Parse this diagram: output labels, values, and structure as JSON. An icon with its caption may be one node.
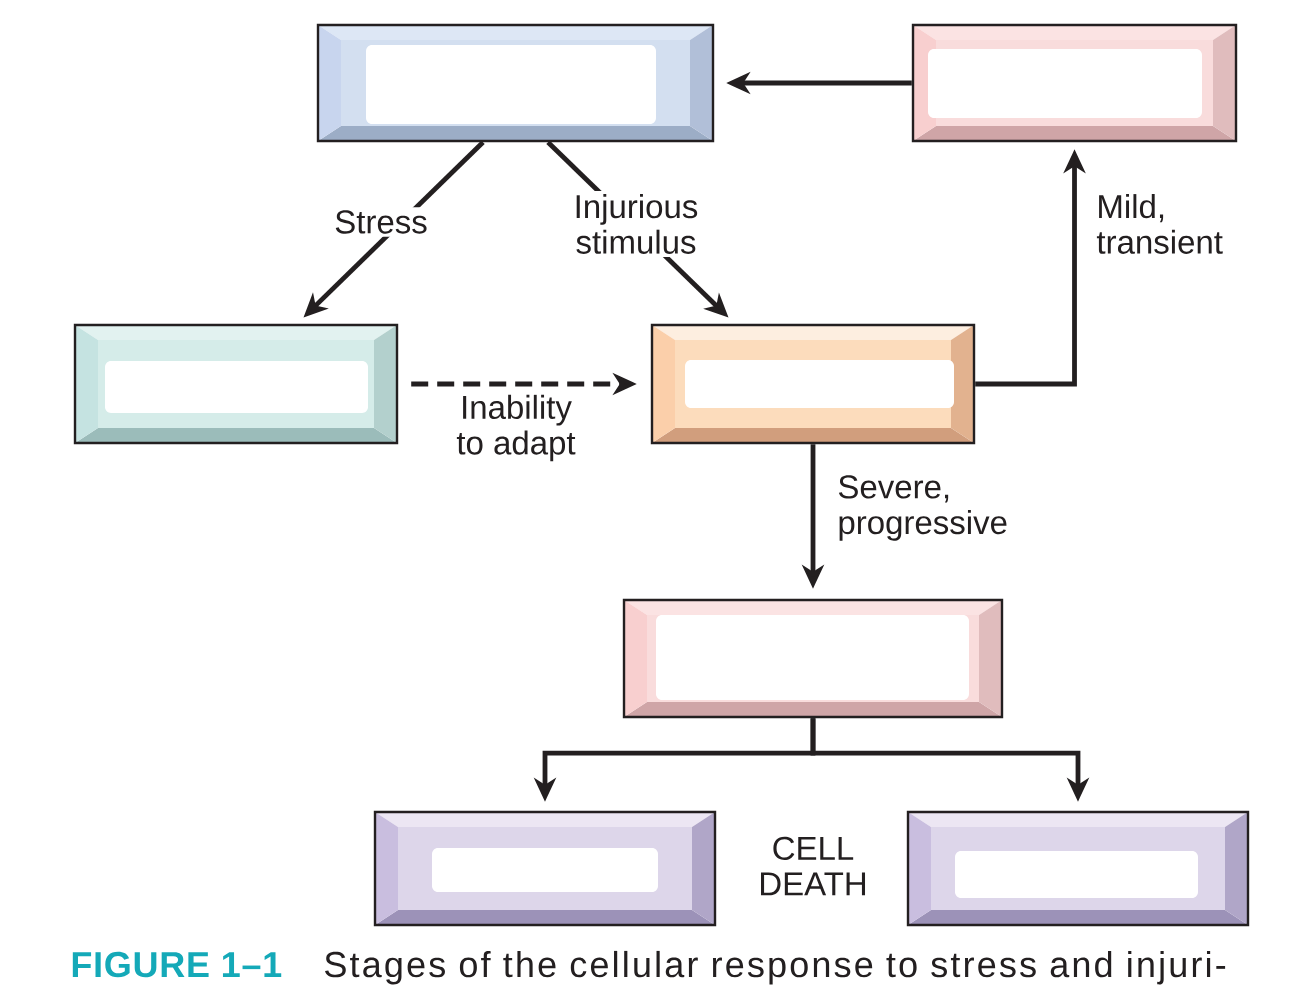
{
  "diagram": {
    "caption": "Stages of the cellular response to stress and injuri-",
    "nodes": [
      {
        "text": [],
        "shape": "box"
      },
      {
        "text": [],
        "shape": "box"
      },
      {
        "text": [],
        "shape": "box"
      },
      {
        "text": [],
        "shape": "box"
      },
      {
        "text": [],
        "shape": "box"
      },
      {
        "text": [],
        "shape": "box"
      },
      {
        "text": [],
        "shape": "box"
      }
    ],
    "edges": [
      {
        "from": 1,
        "to": 0,
        "arrow": "to"
      },
      {
        "from": 0,
        "to": 2,
        "arrow": "to",
        "label": "Stress"
      },
      {
        "from": 0,
        "to": 3,
        "arrow": "to",
        "label": "Injurious stimulus"
      },
      {
        "from": 2,
        "to": 3,
        "arrow": "to",
        "label": "Inability to adapt",
        "style": "dashed"
      },
      {
        "from": 3,
        "to": 1,
        "arrow": "to",
        "label": "Mild, transient"
      },
      {
        "from": 3,
        "to": 4,
        "arrow": "to",
        "label": "Severe, progressive"
      },
      {
        "from": 4,
        "to": 5,
        "arrow": "to"
      },
      {
        "from": 4,
        "to": 6,
        "arrow": "to"
      }
    ],
    "labels": [
      "CELL DEATH",
      "FIGURE 1–1"
    ]
  }
}
